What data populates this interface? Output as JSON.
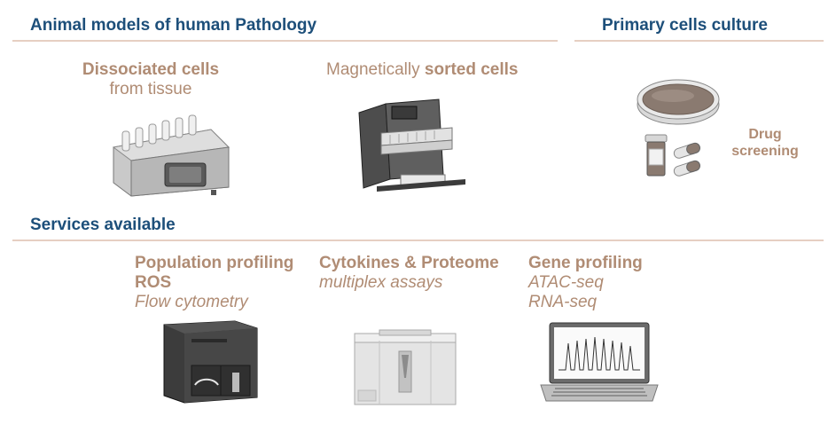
{
  "sections": {
    "animal_models": "Animal models of human Pathology",
    "primary_cells": "Primary cells culture",
    "services": "Services available"
  },
  "dissociated": {
    "bold": "Dissociated cells",
    "rest": "from tissue"
  },
  "magnetic": {
    "lead": "Magnetically ",
    "bold": "sorted cells"
  },
  "drug": {
    "line1": "Drug",
    "line2": "screening"
  },
  "population": {
    "line1": "Population profiling",
    "line2": "ROS",
    "line3": "Flow cytometry"
  },
  "cytokines": {
    "line1": "Cytokines & Proteome",
    "line2": "multiplex assays"
  },
  "gene": {
    "line1": "Gene profiling",
    "line2": "ATAC-seq",
    "line3": "RNA-seq"
  },
  "colors": {
    "header": "#1d4f7a",
    "accent": "#b08c74",
    "rule": "#e6cfc2"
  },
  "icons": [
    "tissue-dissociator-icon",
    "magnetic-cell-sorter-icon",
    "petri-dish-icon",
    "pill-bottle-icon",
    "capsule-icon",
    "flow-cytometer-icon",
    "multiplex-analyzer-icon",
    "laptop-chromatogram-icon"
  ]
}
